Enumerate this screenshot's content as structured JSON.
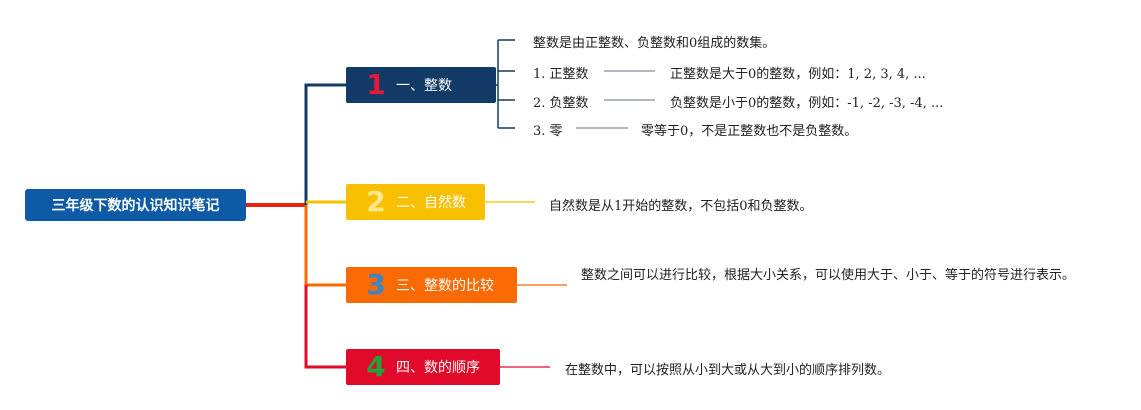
{
  "root": {
    "label": "三年级下数的认识知识笔记"
  },
  "branches": [
    {
      "number": "1",
      "label": "一、整数",
      "children": [
        {
          "text": "整数是由正整数、负整数和0组成的数集。"
        },
        {
          "text": "1. 正整数",
          "detail": "正整数是大于0的整数，例如：1, 2, 3, 4, ..."
        },
        {
          "text": "2. 负整数",
          "detail": "负整数是小于0的整数，例如：-1, -2, -3, -4, ..."
        },
        {
          "text": "3. 零",
          "detail": "零等于0，不是正整数也不是负整数。"
        }
      ]
    },
    {
      "number": "2",
      "label": "二、自然数",
      "detail": "自然数是从1开始的整数，不包括0和负整数。"
    },
    {
      "number": "3",
      "label": "三、整数的比较",
      "detail": "整数之间可以进行比较，根据大小关系，可以使用大于、小于、等于的符号进行表示。"
    },
    {
      "number": "4",
      "label": "四、数的顺序",
      "detail": "在整数中，可以按照从小到大或从大到小的顺序排列数。"
    }
  ],
  "colors": {
    "root": "#0d5aa7",
    "branch1": "#123a67",
    "branch2": "#f8c000",
    "branch3": "#fa6a02",
    "branch4": "#e10a2a",
    "root_connector": "#e8230f",
    "leaf_line": "#7f8e9c"
  }
}
